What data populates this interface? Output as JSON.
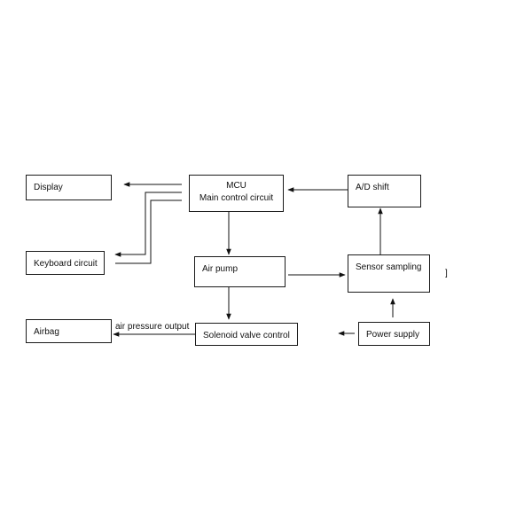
{
  "diagram": {
    "nodes": {
      "display": "Display",
      "keyboard": "Keyboard circuit",
      "airbag": "Airbag",
      "mcu_line1": "MCU",
      "mcu_line2": "Main control circuit",
      "air_pump": "Air pump",
      "solenoid": "Solenoid valve control",
      "ad_shift": "A/D shift",
      "sensor": "Sensor sampling",
      "power": "Power supply"
    },
    "edge_labels": {
      "air_pressure_output": "air pressure output"
    },
    "stray_mark": "]"
  }
}
